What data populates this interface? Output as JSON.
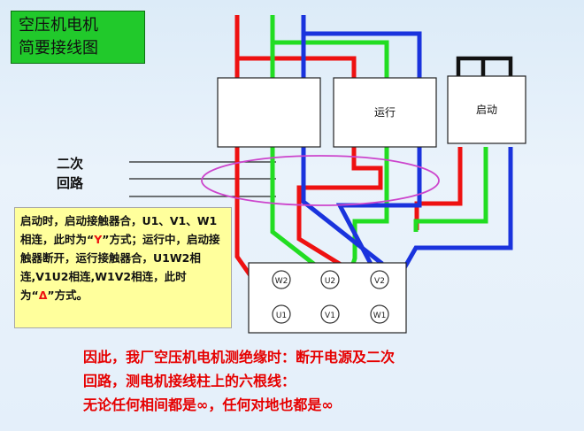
{
  "title": {
    "line1": "空压机电机",
    "line2": "简要接线图"
  },
  "contactors": {
    "run": "运行",
    "start": "启动"
  },
  "secondary_loop": {
    "line1": "二次",
    "line2": "回路"
  },
  "terminals": {
    "w2": "W2",
    "u2": "U2",
    "v2": "V2",
    "u1": "U1",
    "v1": "V1",
    "w1": "W1"
  },
  "note": {
    "part1": "启动时，启动接触器合，U1、V1、W1相连，此时为“",
    "mark_y": "Y",
    "part2": "”方式；运行中，启动接触器断开，运行接触器合，U1W2相连,V1U2相连,W1V2相连，此时为“",
    "mark_delta": "Δ",
    "part3": "”方式。"
  },
  "conclusion": {
    "line1": "因此，我厂空压机电机测绝缘时：断开电源及二次",
    "line2": "回路，测电机接线柱上的六根线：",
    "line3": "无论任何相间都是∞，任何对地也都是∞"
  },
  "colors": {
    "phase_a": "#ee1111",
    "phase_b": "#22dd22",
    "phase_c": "#1a33dd",
    "title_bg": "#21c92b",
    "note_bg": "#ffff9c",
    "ellipse": "#cc44cc",
    "text_red": "#e60000"
  }
}
